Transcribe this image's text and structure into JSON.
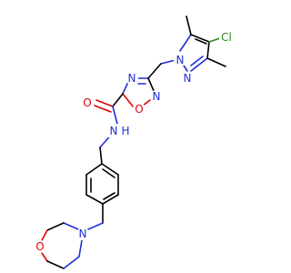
{
  "atoms": {
    "n_pz1": "N",
    "n_pz2": "N",
    "cl": "Cl",
    "n_ox3": "N",
    "o_ox1": "O",
    "n_ox2": "N",
    "o_carbonyl": "O",
    "n_amide": "N",
    "h_amide": "H",
    "n_morph": "N",
    "o_morph": "O"
  },
  "colors": {
    "carbon": "#000000",
    "nitrogen": "#1f2fd6",
    "oxygen": "#e00000",
    "chlorine": "#2a8a1a"
  }
}
